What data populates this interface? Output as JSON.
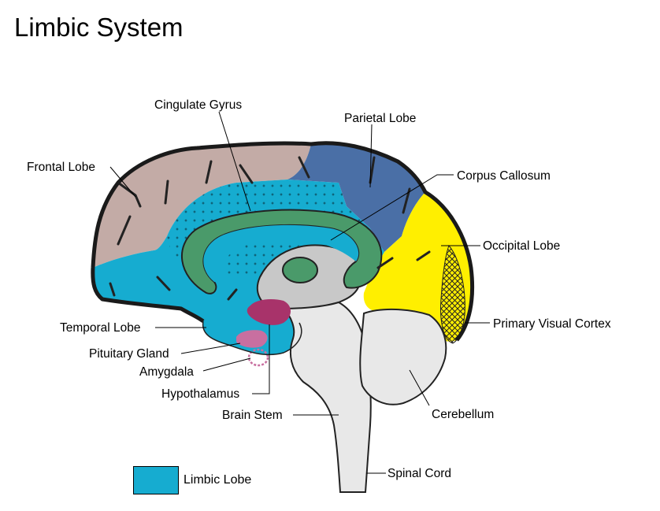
{
  "title": "Limbic System",
  "colors": {
    "limbic": "#16acd0",
    "frontal": "#c3aba6",
    "parietal": "#4a6fa6",
    "occipital": "#ffef00",
    "cingulate": "#4a9a6a",
    "pituitary": "#c86fa0",
    "hypothalamus": "#a8336a",
    "brainstem": "#e8e8e8",
    "interior": "#c8c8c8"
  },
  "labels": {
    "cingulate_gyrus": "Cingulate Gyrus",
    "parietal_lobe": "Parietal Lobe",
    "frontal_lobe": "Frontal Lobe",
    "corpus_callosum": "Corpus Callosum",
    "occipital_lobe": "Occipital Lobe",
    "primary_visual_cortex": "Primary Visual Cortex",
    "temporal_lobe": "Temporal Lobe",
    "pituitary_gland": "Pituitary Gland",
    "amygdala": "Amygdala",
    "hypothalamus": "Hypothalamus",
    "brain_stem": "Brain Stem",
    "cerebellum": "Cerebellum",
    "spinal_cord": "Spinal Cord"
  },
  "legend": {
    "label": "Limbic Lobe"
  }
}
